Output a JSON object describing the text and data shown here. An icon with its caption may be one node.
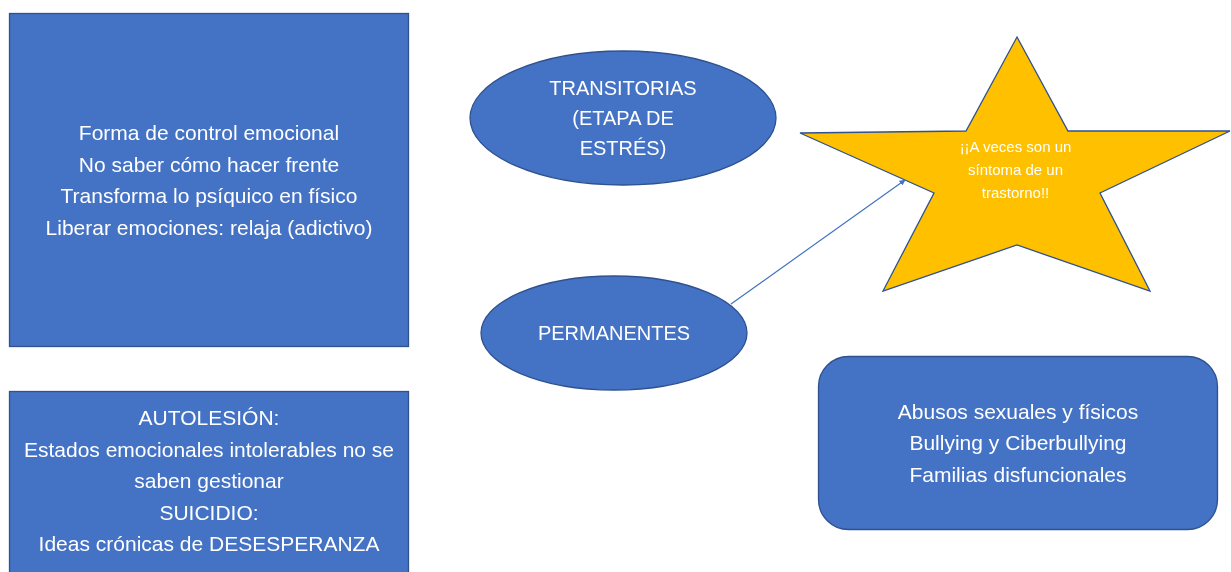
{
  "diagram": {
    "nodes": [
      {
        "text": [
          "Forma de control emocional",
          "No saber cómo hacer frente",
          "Transforma lo psíquico en físico",
          "Liberar emociones: relaja (adictivo)"
        ]
      },
      {
        "text": [
          "TRANSITORIAS (ETAPA DE ESTRÉS)"
        ]
      },
      {
        "text": [
          "¡¡A veces son un síntoma de un trastorno!!"
        ]
      },
      {
        "text": [
          "PERMANENTES"
        ]
      },
      {
        "text": [
          "Abusos sexuales y físicos",
          "Bullying y Ciberbullying",
          "Familias disfuncionales"
        ]
      },
      {
        "text": [
          "AUTOLESIÓN:",
          "Estados emocionales intolerables no se saben gestionar",
          "SUICIDIO:",
          "Ideas crónicas de DESESPERANZA"
        ]
      }
    ],
    "edges": [
      {
        "from": 3,
        "to": 2,
        "arrow": "to"
      }
    ]
  }
}
